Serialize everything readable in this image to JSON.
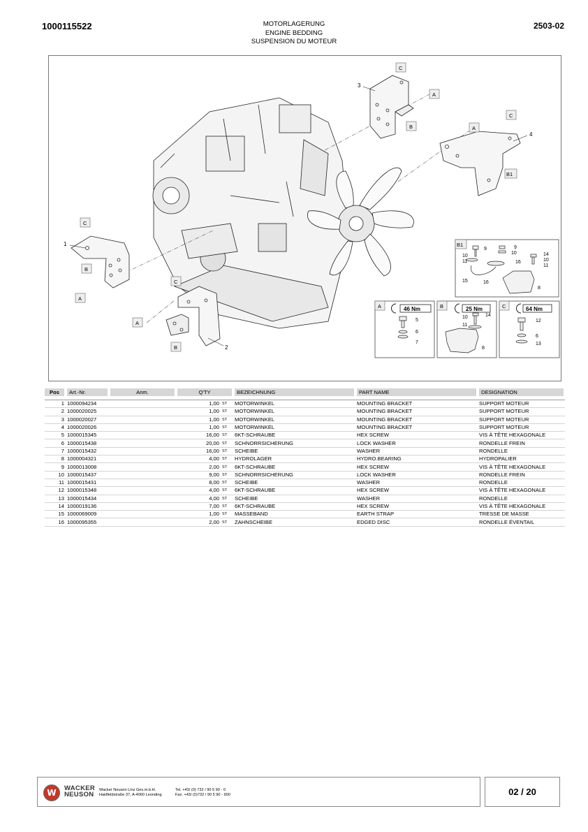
{
  "header": {
    "document_number": "1000115522",
    "revision": "2503-02",
    "title_de": "MOTORLAGERUNG",
    "title_en": "ENGINE BEDDING",
    "title_fr": "SUSPENSION DU MOTEUR"
  },
  "figure": {
    "item_labels": [
      "1",
      "2",
      "3",
      "4"
    ],
    "view_letters": [
      "A",
      "B",
      "C",
      "B1"
    ],
    "detail_b1": {
      "tag": "B1",
      "labels": [
        "9",
        "10",
        "11",
        "9",
        "10",
        "16",
        "14",
        "10",
        "11",
        "15",
        "16",
        "8"
      ]
    },
    "detail_a": {
      "tag": "A",
      "torque": "46 Nm",
      "labels": [
        "5",
        "6",
        "7"
      ]
    },
    "detail_b": {
      "tag": "B",
      "torque": "25 Nm",
      "labels": [
        "10",
        "14",
        "11",
        "8"
      ]
    },
    "detail_c": {
      "tag": "C",
      "torque": "64 Nm",
      "labels": [
        "12",
        "6",
        "13"
      ]
    }
  },
  "table": {
    "headers": {
      "pos": "Pos",
      "art": "Art.-Nr.",
      "anm": "Anm.",
      "qty": "Q'TY",
      "de": "BEZEICHNUNG",
      "en": "PART NAME",
      "fr": "DESIGNATION"
    },
    "rows": [
      {
        "pos": "1",
        "art": "1000094234",
        "anm": "",
        "qty": "1,00",
        "unit": "ST",
        "de": "MOTORWINKEL",
        "en": "MOUNTING BRACKET",
        "fr": "SUPPORT MOTEUR"
      },
      {
        "pos": "2",
        "art": "1000020025",
        "anm": "",
        "qty": "1,00",
        "unit": "ST",
        "de": "MOTORWINKEL",
        "en": "MOUNTING BRACKET",
        "fr": "SUPPORT MOTEUR"
      },
      {
        "pos": "3",
        "art": "1000020027",
        "anm": "",
        "qty": "1,00",
        "unit": "ST",
        "de": "MOTORWINKEL",
        "en": "MOUNTING BRACKET",
        "fr": "SUPPORT MOTEUR"
      },
      {
        "pos": "4",
        "art": "1000020026",
        "anm": "",
        "qty": "1,00",
        "unit": "ST",
        "de": "MOTORWINKEL",
        "en": "MOUNTING BRACKET",
        "fr": "SUPPORT MOTEUR"
      },
      {
        "pos": "5",
        "art": "1000015345",
        "anm": "",
        "qty": "16,00",
        "unit": "ST",
        "de": "6KT-SCHRAUBE",
        "en": "HEX SCREW",
        "fr": "VIS À TÊTE HEXAGONALE"
      },
      {
        "pos": "6",
        "art": "1000015438",
        "anm": "",
        "qty": "20,00",
        "unit": "ST",
        "de": "SCHNORRSICHERUNG",
        "en": "LOCK WASHER",
        "fr": "RONDELLE FREIN"
      },
      {
        "pos": "7",
        "art": "1000015432",
        "anm": "",
        "qty": "16,00",
        "unit": "ST",
        "de": "SCHEIBE",
        "en": "WASHER",
        "fr": "RONDELLE"
      },
      {
        "pos": "8",
        "art": "1000004321",
        "anm": "",
        "qty": "4,00",
        "unit": "ST",
        "de": "HYDROLAGER",
        "en": "HYDRO.BEARING",
        "fr": "HYDROPALIER"
      },
      {
        "pos": "9",
        "art": "1000013008",
        "anm": "",
        "qty": "2,00",
        "unit": "ST",
        "de": "6KT-SCHRAUBE",
        "en": "HEX SCREW",
        "fr": "VIS À TÊTE HEXAGONALE"
      },
      {
        "pos": "10",
        "art": "1000015437",
        "anm": "",
        "qty": "9,00",
        "unit": "ST",
        "de": "SCHNORRSICHERUNG",
        "en": "LOCK WASHER",
        "fr": "RONDELLE FREIN"
      },
      {
        "pos": "11",
        "art": "1000015431",
        "anm": "",
        "qty": "8,00",
        "unit": "ST",
        "de": "SCHEIBE",
        "en": "WASHER",
        "fr": "RONDELLE"
      },
      {
        "pos": "12",
        "art": "1000015348",
        "anm": "",
        "qty": "4,00",
        "unit": "ST",
        "de": "6KT-SCHRAUBE",
        "en": "HEX SCREW",
        "fr": "VIS À TÊTE HEXAGONALE"
      },
      {
        "pos": "13",
        "art": "1000015434",
        "anm": "",
        "qty": "4,00",
        "unit": "ST",
        "de": "SCHEIBE",
        "en": "WASHER",
        "fr": "RONDELLE"
      },
      {
        "pos": "14",
        "art": "1000019136",
        "anm": "",
        "qty": "7,00",
        "unit": "ST",
        "de": "6KT-SCHRAUBE",
        "en": "HEX SCREW",
        "fr": "VIS À TÊTE HEXAGONALE"
      },
      {
        "pos": "15",
        "art": "1000069009",
        "anm": "",
        "qty": "1,00",
        "unit": "ST",
        "de": "MASSEBAND",
        "en": "EARTH STRAP",
        "fr": "TRESSE DE MASSE"
      },
      {
        "pos": "16",
        "art": "1000095355",
        "anm": "",
        "qty": "2,00",
        "unit": "ST",
        "de": "ZAHNSCHEIBE",
        "en": "EDGED DISC",
        "fr": "RONDELLE ÉVENTAIL"
      }
    ]
  },
  "footer": {
    "logo_mark": "W",
    "logo_line1": "WACKER",
    "logo_line2": "NEUSON",
    "company_line1": "Wacker Neuson Linz  Ges.m.b.H.",
    "company_line2": "Haidfeldstraße 37, A-4060 Leonding",
    "contact_line1": "Tel. +43/ (0) 732 / 90 5 90 - 0",
    "contact_line2": "Fax. +43/ (0)732 / 90 5 90 - 900",
    "page_number": "02 / 20"
  },
  "colors": {
    "logo_red": "#c0392b",
    "header_gray": "#d6d6d6"
  }
}
